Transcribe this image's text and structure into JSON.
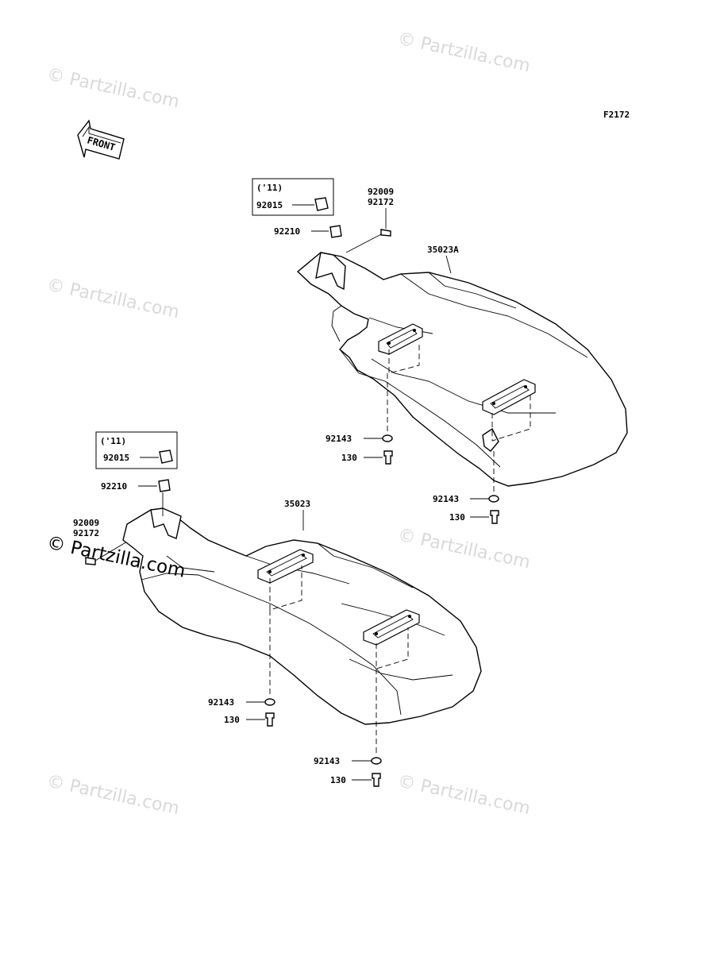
{
  "diagram_code": "F2172",
  "front_arrow_label": "FRONT",
  "watermark_text": "© Partzilla.com",
  "watermark_main_text": "© Partzilla.com",
  "upper_assembly": {
    "part_label": "35023A",
    "year_box": {
      "year": "('11)",
      "part": "92015"
    },
    "clip_label": "92210",
    "bolt_labels": [
      "92009",
      "92172"
    ],
    "washer_labels": [
      "92143",
      "92143"
    ],
    "screw_labels": [
      "130",
      "130"
    ]
  },
  "lower_assembly": {
    "part_label": "35023",
    "year_box": {
      "year": "('11)",
      "part": "92015"
    },
    "clip_label": "92210",
    "bolt_labels": [
      "92009",
      "92172"
    ],
    "washer_labels": [
      "92143",
      "92143"
    ],
    "screw_labels": [
      "130",
      "130"
    ]
  },
  "colors": {
    "line": "#000000",
    "watermark": "#d9d9d9",
    "background": "#ffffff"
  }
}
